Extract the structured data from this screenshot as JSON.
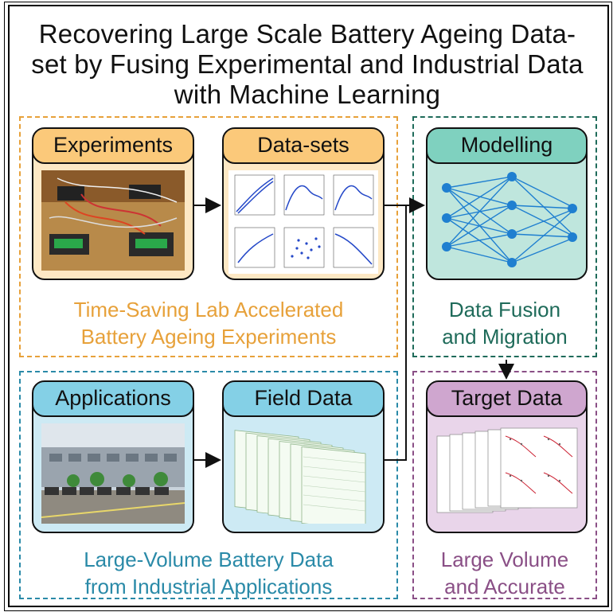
{
  "title": {
    "line1": "Recovering Large Scale Battery Ageing Data-",
    "line2": "set by Fusing Experimental and Industrial Data",
    "line3": "with Machine Learning"
  },
  "cards": {
    "experiments": "Experiments",
    "datasets": "Data-sets",
    "applications": "Applications",
    "field_data": "Field Data",
    "modelling": "Modelling",
    "target_data": "Target Data"
  },
  "captions": {
    "lab_line1": "Time-Saving Lab Accelerated",
    "lab_line2": "Battery Ageing Experiments",
    "fusion_line1": "Data Fusion",
    "fusion_line2": "and Migration",
    "industrial_line1": "Large-Volume Battery Data",
    "industrial_line2": "from Industrial Applications",
    "target_line1": "Large Volume",
    "target_line2": "and Accurate"
  },
  "colors": {
    "lab": "#e7a13a",
    "industrial": "#2a8aa8",
    "modelling": "#1f6b5a",
    "target": "#8a4f86",
    "network_node": "#1f7fd0"
  }
}
